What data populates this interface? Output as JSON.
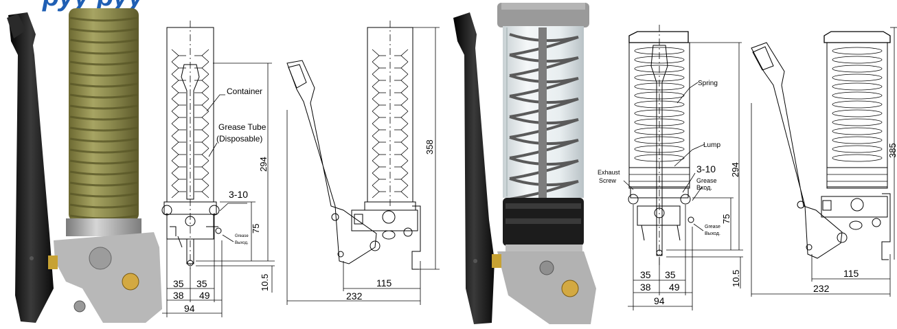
{
  "heading": "руу         руу",
  "drawing1": {
    "labels": {
      "container": "Container",
      "grease_tube": "Grease Tube",
      "disposable": "(Disposable)",
      "range": "3-10",
      "grease": "Grease",
      "vyhod": "Выход."
    },
    "dims": {
      "d294": "294",
      "d75": "75",
      "d10_5": "10.5",
      "d35a": "35",
      "d35b": "35",
      "d38": "38",
      "d49": "49",
      "d94": "94"
    }
  },
  "drawing2": {
    "dims": {
      "d358": "358",
      "d115": "115",
      "d232": "232"
    }
  },
  "drawing3": {
    "labels": {
      "spring": "Spring",
      "lump": "Lump",
      "exhaust": "Exhaust",
      "screw": "Screw",
      "range": "3-10",
      "grease_in": "Grease",
      "vhod": "Вход.",
      "grease_out": "Grease",
      "vyhod": "Выход."
    },
    "dims": {
      "d294": "294",
      "d75": "75",
      "d10_5": "10.5",
      "d35a": "35",
      "d35b": "35",
      "d38": "38",
      "d49": "49",
      "d94": "94"
    }
  },
  "drawing4": {
    "dims": {
      "d385": "385",
      "d115": "115",
      "d232": "232"
    }
  },
  "colors": {
    "heading": "#1f5fb4",
    "bellows": "#8c8a4e",
    "handle": "#1b1b1b",
    "metal": "#a8a8a8"
  }
}
